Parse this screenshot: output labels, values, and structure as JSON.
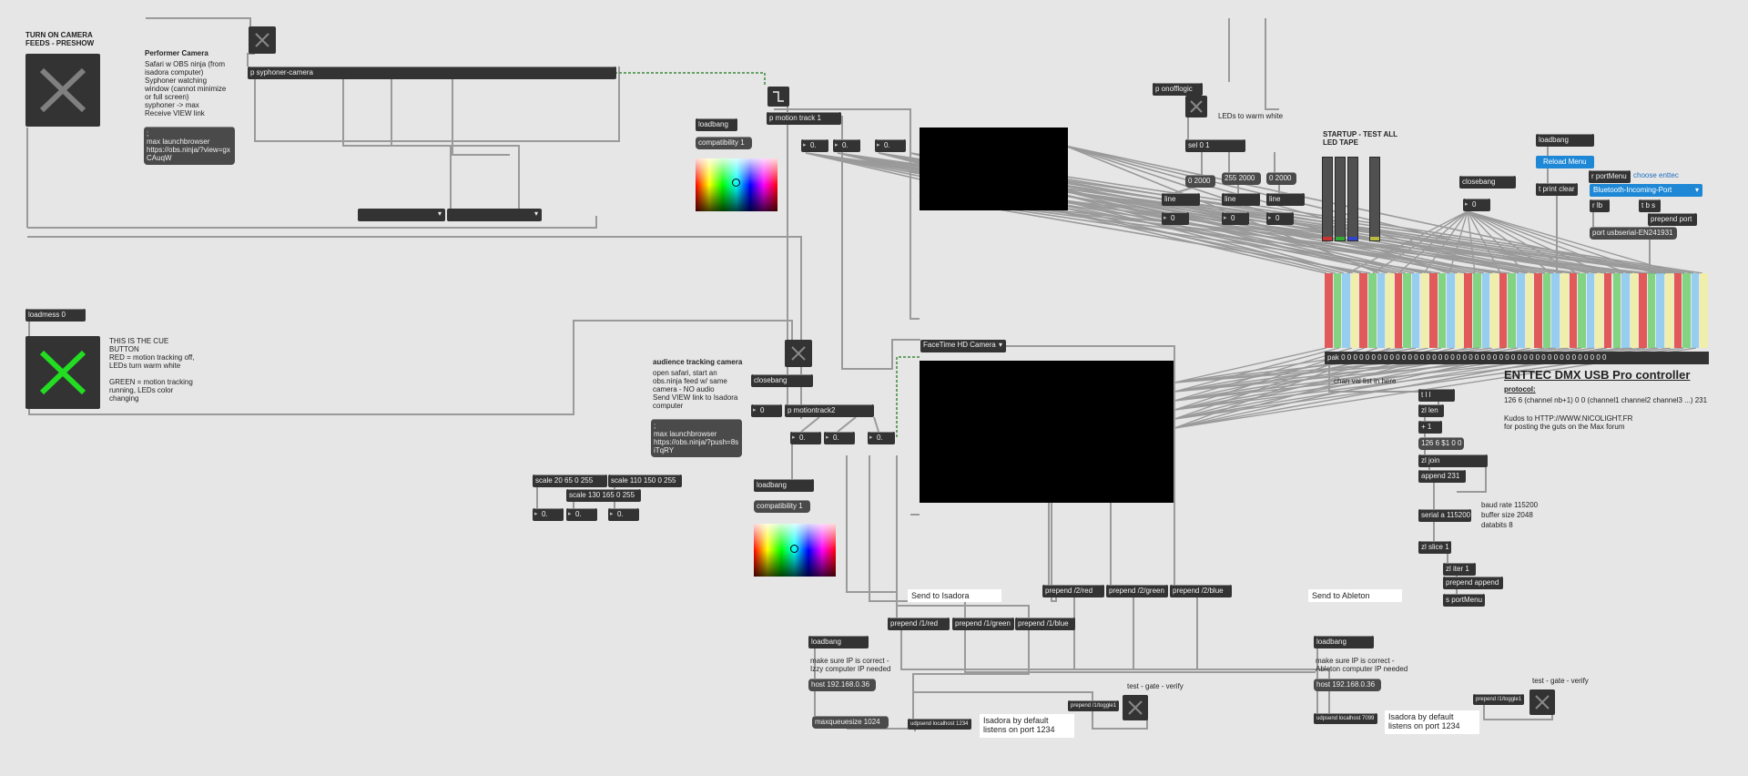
{
  "comments": {
    "turn_on_line1": "TURN ON CAMERA",
    "turn_on_line2": "FEEDS - PRESHOW",
    "performer_title": "Performer Camera",
    "performer_desc1": "Safari w OBS ninja (from",
    "performer_desc2": "isadora computer)",
    "performer_desc3": "Syphoner watching",
    "performer_desc4": "window (cannot minimize",
    "performer_desc5": "or full screen)",
    "performer_desc6": "syphoner -> max",
    "performer_desc7": "Receive VIEW link",
    "cue_line1": "THIS IS THE CUE",
    "cue_line2": "BUTTON",
    "cue_line3": "RED = motion tracking off,",
    "cue_line4": "LEDs turn warm white",
    "cue_line5": "GREEN = motion tracking",
    "cue_line6": "running, LEDs color",
    "cue_line7": "changing",
    "audience_title": "audience tracking camera",
    "audience_desc1": "open safari, start an",
    "audience_desc2": "obs.ninja feed w/ same",
    "audience_desc3": "camera - NO audio",
    "audience_desc4": "Send VIEW link to Isadora",
    "audience_desc5": "computer",
    "leds_warm": "LEDs to warm white",
    "startup1": "STARTUP - TEST ALL",
    "startup2": "LED TAPE",
    "enttec_title": "ENTTEC DMX USB Pro controller",
    "protocol": "protocol:",
    "protocol_desc": "126 6 (channel nb+1) 0 0 (channel1 channel2 channel3 ...) 231",
    "kudos1": "Kudos to HTTP://WWW.NICOLIGHT.FR",
    "kudos2": "for posting the guts on the Max forum",
    "chan_val": "chan val list in here",
    "baud1": "baud rate 115200",
    "baud2": "buffer size 2048",
    "baud3": "databits 8",
    "isa_ip1": "make sure IP is correct -",
    "isa_ip2": "Izzy computer IP needed",
    "abl_ip1": "make sure IP is correct -",
    "abl_ip2": "Ableton computer IP needed",
    "test_gate": "test - gate - verify",
    "test_gate2": "test - gate - verify"
  },
  "messages": {
    "max_launch_perf1": ";",
    "max_launch_perf2": "max launchbrowser",
    "max_launch_perf3": "https://obs.ninja/?view=gx",
    "max_launch_perf4": "CAuqW",
    "max_launch_aud1": ";",
    "max_launch_aud2": "max launchbrowser",
    "max_launch_aud3": "https://obs.ninja/?push=8s",
    "max_launch_aud4": "iTqRY",
    "compat1": "compatibility 1",
    "compat2": "compatibility 1",
    "msg_0_2000": "0 2000",
    "msg_255_2000": "255 2000",
    "msg_0_2000b": "0 2000",
    "msg_126": "126 6 $1 0 0",
    "host_isa": "host 192.168.0.36",
    "host_abl": "host 192.168.0.36",
    "maxqueue": "maxqueuesize 1024",
    "port_usb": "port usbserial-EN241931"
  },
  "objects": {
    "syphoner": "p syphoner-camera",
    "loadmess": "loadmess 0",
    "loadbang1": "loadbang",
    "motion1": "p motion track 1",
    "num_a1": "0.",
    "num_a2": "0.",
    "num_a3": "0.",
    "onofflogic": "p onofflogic",
    "sel01": "sel 0 1",
    "line1": "line",
    "line2": "line",
    "line3": "line",
    "num_l1": "0",
    "num_l2": "0",
    "num_l3": "0",
    "closebang1": "closebang",
    "num_cb1": "0",
    "loadbang_r": "loadbang",
    "tprint": "t print clear",
    "rportmenu": "r portMenu",
    "rlb": "r lb",
    "tbs": "t b s",
    "prepend_port": "prepend port",
    "pak": "pak 0 0 0 0 0 0 0 0 0 0 0 0 0 0 0 0 0 0 0 0 0 0 0 0 0 0 0 0 0 0 0 0 0 0 0 0 0 0 0 0 0 0 0 0",
    "closebang2": "closebang",
    "num_cb2": "0",
    "motion2": "p motiontrack2",
    "num_b1": "0.",
    "num_b2": "0.",
    "num_b3": "0.",
    "loadbang2": "loadbang",
    "scale1": "scale 20 65 0 255",
    "scale2": "scale 110 150 0 255",
    "scale3": "scale 130 165 0 255",
    "num_s1": "0.",
    "num_s2": "0.",
    "num_s3": "0.",
    "tll": "t l l",
    "zllen": "zl len",
    "plus1": "+ 1",
    "zljoin": "zl join",
    "append231": "append 231",
    "serial": "serial a 115200",
    "zlslice": "zl slice 1",
    "zliter": "zl iter 1",
    "prepend_append": "prepend append",
    "sportmenu": "s portMenu",
    "prep_1red": "prepend /1/red",
    "prep_1green": "prepend /1/green",
    "prep_1blue": "prepend /1/blue",
    "prep_2red": "prepend /2/red",
    "prep_2green": "prepend /2/green",
    "prep_2blue": "prepend /2/blue",
    "loadbang_isa": "loadbang",
    "loadbang_abl": "loadbang",
    "udpsend_isa": "udpsend localhost 1234",
    "udpsend_abl": "udpsend localhost 7099",
    "prep_toggle1": "prepend /1/toggle1",
    "prep_toggle2": "prepend /1/toggle1"
  },
  "ui": {
    "facetime": "FaceTime HD Camera",
    "reload": "Reload Menu",
    "choose_enttec": "choose enttec",
    "port_menu": "Bluetooth-Incoming-Port",
    "send_isadora": "Send to Isadora",
    "send_ableton": "Send to Ableton",
    "isa_default1": "Isadora by default",
    "isa_default2": "listens on port 1234",
    "abl_default1": "Isadora by default",
    "abl_default2": "listens on port 1234",
    "cue_toggle_color": "#22dd22",
    "meter_colors": [
      "#cc3333",
      "#33aa33",
      "#3344cc",
      "#bbbb44"
    ],
    "dmx_bar_colors": [
      "#e04040",
      "#70d070",
      "#88c8f0",
      "#f0f0a0"
    ]
  }
}
